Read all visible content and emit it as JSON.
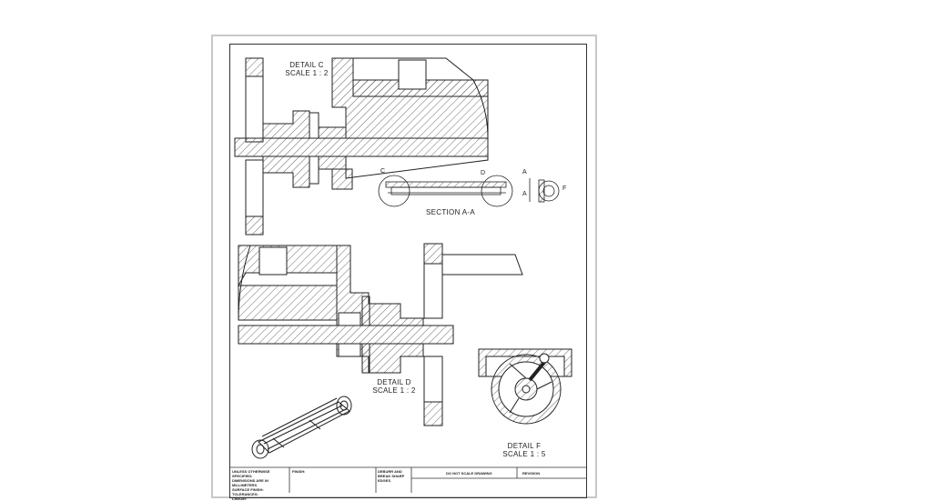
{
  "sheet": {
    "detail_c": {
      "title": "DETAIL C",
      "scale": "SCALE 1 : 2"
    },
    "detail_d": {
      "title": "DETAIL D",
      "scale": "SCALE 1 : 2"
    },
    "detail_f": {
      "title": "DETAIL F",
      "scale": "SCALE 1 : 5"
    },
    "section": {
      "title": "SECTION A-A",
      "markers": [
        "C",
        "D",
        "A",
        "A",
        "F"
      ]
    },
    "title_block": {
      "notes": [
        "UNLESS OTHERWISE SPECIFIED:",
        "DIMENSIONS ARE IN MILLIMETERS",
        "SURFACE FINISH:",
        "TOLERANCES:",
        "LINEAR:"
      ],
      "finish_label": "FINISH:",
      "deburr_label": [
        "DEBURR AND",
        "BREAK SHARP",
        "EDGES"
      ],
      "do_not_scale": "DO NOT SCALE DRAWING",
      "revision": "REVISION"
    }
  }
}
